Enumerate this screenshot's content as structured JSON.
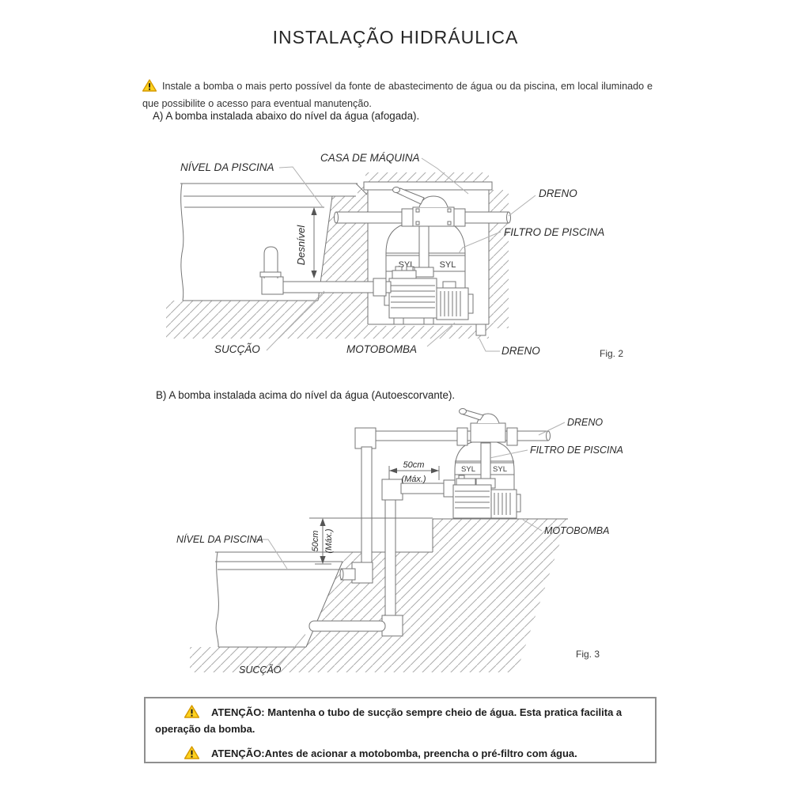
{
  "colors": {
    "warning_yellow": "#ffd21e",
    "warning_border": "#d69a00",
    "line_gray": "#767676",
    "leader_gray": "#b2b2b2",
    "hatch_gray": "#ababab",
    "text_dark": "#2d2d2d"
  },
  "header": {
    "title": "INSTALAÇÃO HIDRÁULICA"
  },
  "intro": {
    "icon": "warning-triangle-icon",
    "text": "Instale a bomba o mais perto possível da fonte de abastecimento de água ou da piscina, em local iluminado e que possibilite o acesso para eventual manutenção."
  },
  "sections": {
    "a": "A) A bomba instalada abaixo do nível da água (afogada).",
    "b": "B) A bomba instalada acima do nível da água (Autoescorvante)."
  },
  "fig2": {
    "caption": "Fig. 2",
    "labels": {
      "nivel_da_piscina": "NÍVEL DA PISCINA",
      "casa_de_maquina": "CASA DE MÁQUINA",
      "dreno_top": "DRENO",
      "filtro_de_piscina": "FILTRO DE PISCINA",
      "desnivel": "Desnível",
      "succao": "SUCÇÃO",
      "motobomba": "MOTOBOMBA",
      "dreno_bottom": "DRENO",
      "tank_left": "SYL",
      "tank_right": "SYL"
    }
  },
  "fig3": {
    "caption": "Fig. 3",
    "labels": {
      "dreno": "DRENO",
      "filtro_de_piscina": "FILTRO DE PISCINA",
      "motobomba": "MOTOBOMBA",
      "nivel_da_piscina": "NÍVEL DA PISCINA",
      "succao": "SUCÇÃO",
      "tank_left": "SYL",
      "tank_right": "SYL",
      "dim_h_value": "50cm",
      "dim_h_qualifier": "(Máx.)",
      "dim_v_value": "50cm",
      "dim_v_qualifier": "(Máx.)"
    }
  },
  "attention_box": {
    "item1": "ATENÇÃO: Mantenha o tubo de sucção sempre cheio de água. Esta pratica facilita a operação da bomba.",
    "item2": "ATENÇÃO:Antes de acionar a motobomba, preencha o pré-filtro com água."
  }
}
